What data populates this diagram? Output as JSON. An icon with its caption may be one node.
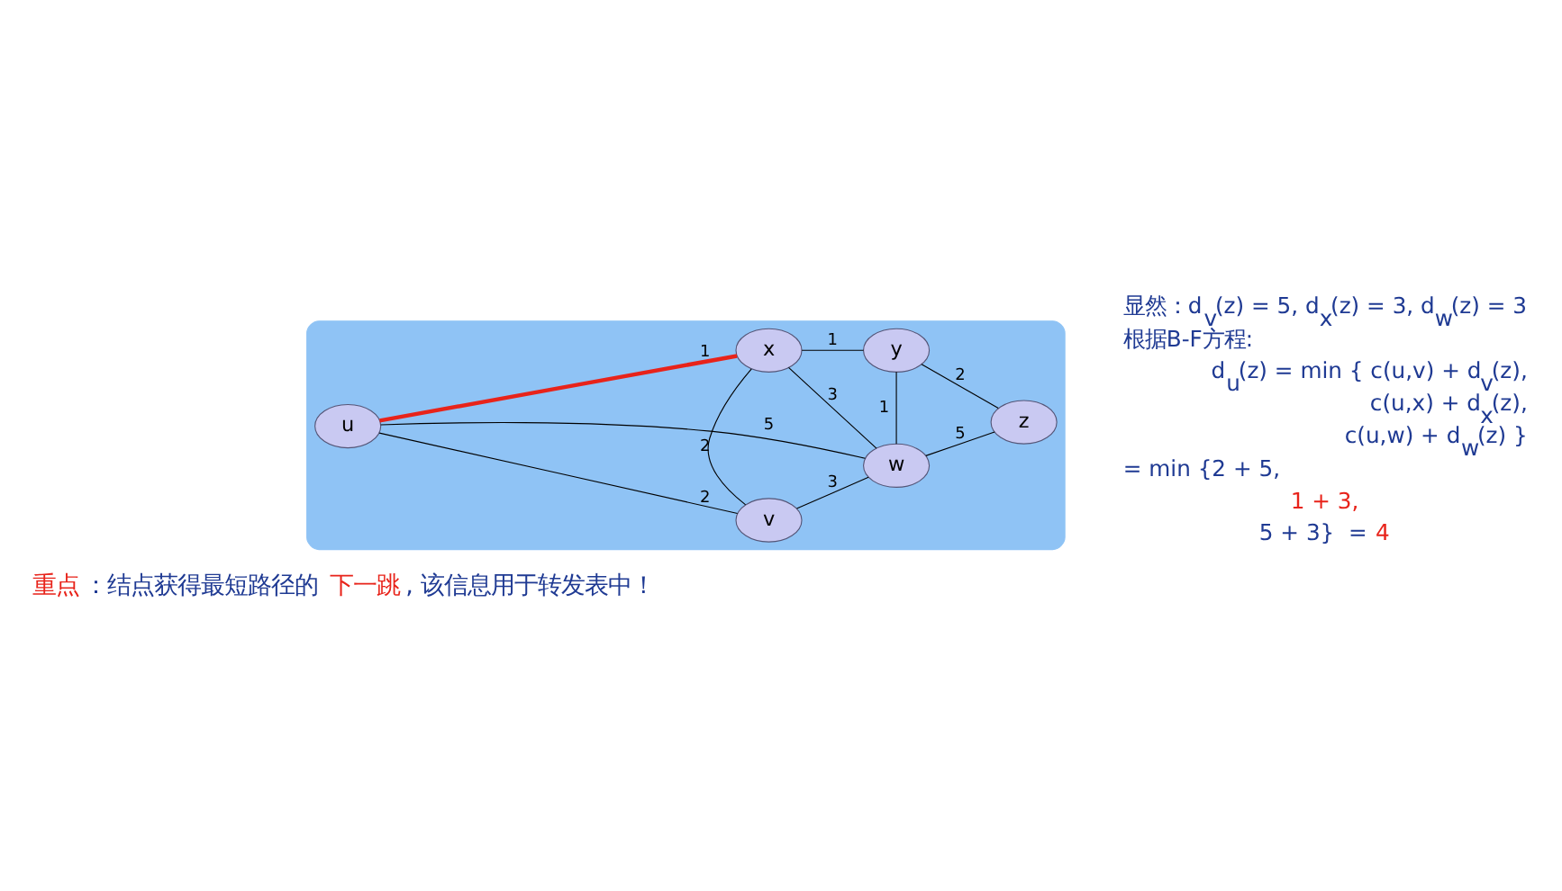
{
  "diagram": {
    "nodes": [
      {
        "text": [],
        "shape": "cloud"
      },
      {
        "text": [
          "u"
        ],
        "in": 0
      },
      {
        "text": [
          "v"
        ],
        "in": 0
      },
      {
        "text": [
          "w"
        ],
        "in": 0
      },
      {
        "text": [
          "x"
        ],
        "in": 0
      },
      {
        "text": [
          "y"
        ],
        "in": 0
      },
      {
        "text": [
          "z"
        ],
        "in": 0
      }
    ],
    "edges": [
      {
        "from": 1,
        "to": 2,
        "arrow": "none",
        "label": "2"
      },
      {
        "from": 1,
        "to": 4,
        "arrow": "none",
        "label": "1",
        "style": "thick",
        "color": "#e8231a"
      },
      {
        "from": 1,
        "to": 3,
        "arrow": "none",
        "label": "5"
      },
      {
        "from": 2,
        "to": 3,
        "arrow": "none",
        "label": "3"
      },
      {
        "from": 2,
        "to": 4,
        "arrow": "none",
        "label": "2"
      },
      {
        "from": 4,
        "to": 3,
        "arrow": "none",
        "label": "3"
      },
      {
        "from": 3,
        "to": 5,
        "arrow": "none",
        "label": "1"
      },
      {
        "from": 4,
        "to": 5,
        "arrow": "none",
        "label": "1"
      },
      {
        "from": 3,
        "to": 6,
        "arrow": "none",
        "label": "5"
      },
      {
        "from": 5,
        "to": 6,
        "arrow": "none",
        "label": "2"
      }
    ],
    "labels": [
      "显然：d$_{v}$(z) = 5, d$_{x}$(z) = 3, d$_{w}$(z) = 3",
      "根据B-F方程:",
      "d$_{u}$(z) = min { c(u,v) + d$_{v}$(z),",
      "c(u,x) + d$_{x}$(z),",
      "c(u,w) + d$_{w}$(z) }",
      "= min {2 + 5,",
      "1 + 3,",
      "5 + 3}  =",
      "4",
      "重点",
      "：结点获得最短路径的",
      "下一跳",
      ", 该信息用于转发表中！"
    ]
  }
}
